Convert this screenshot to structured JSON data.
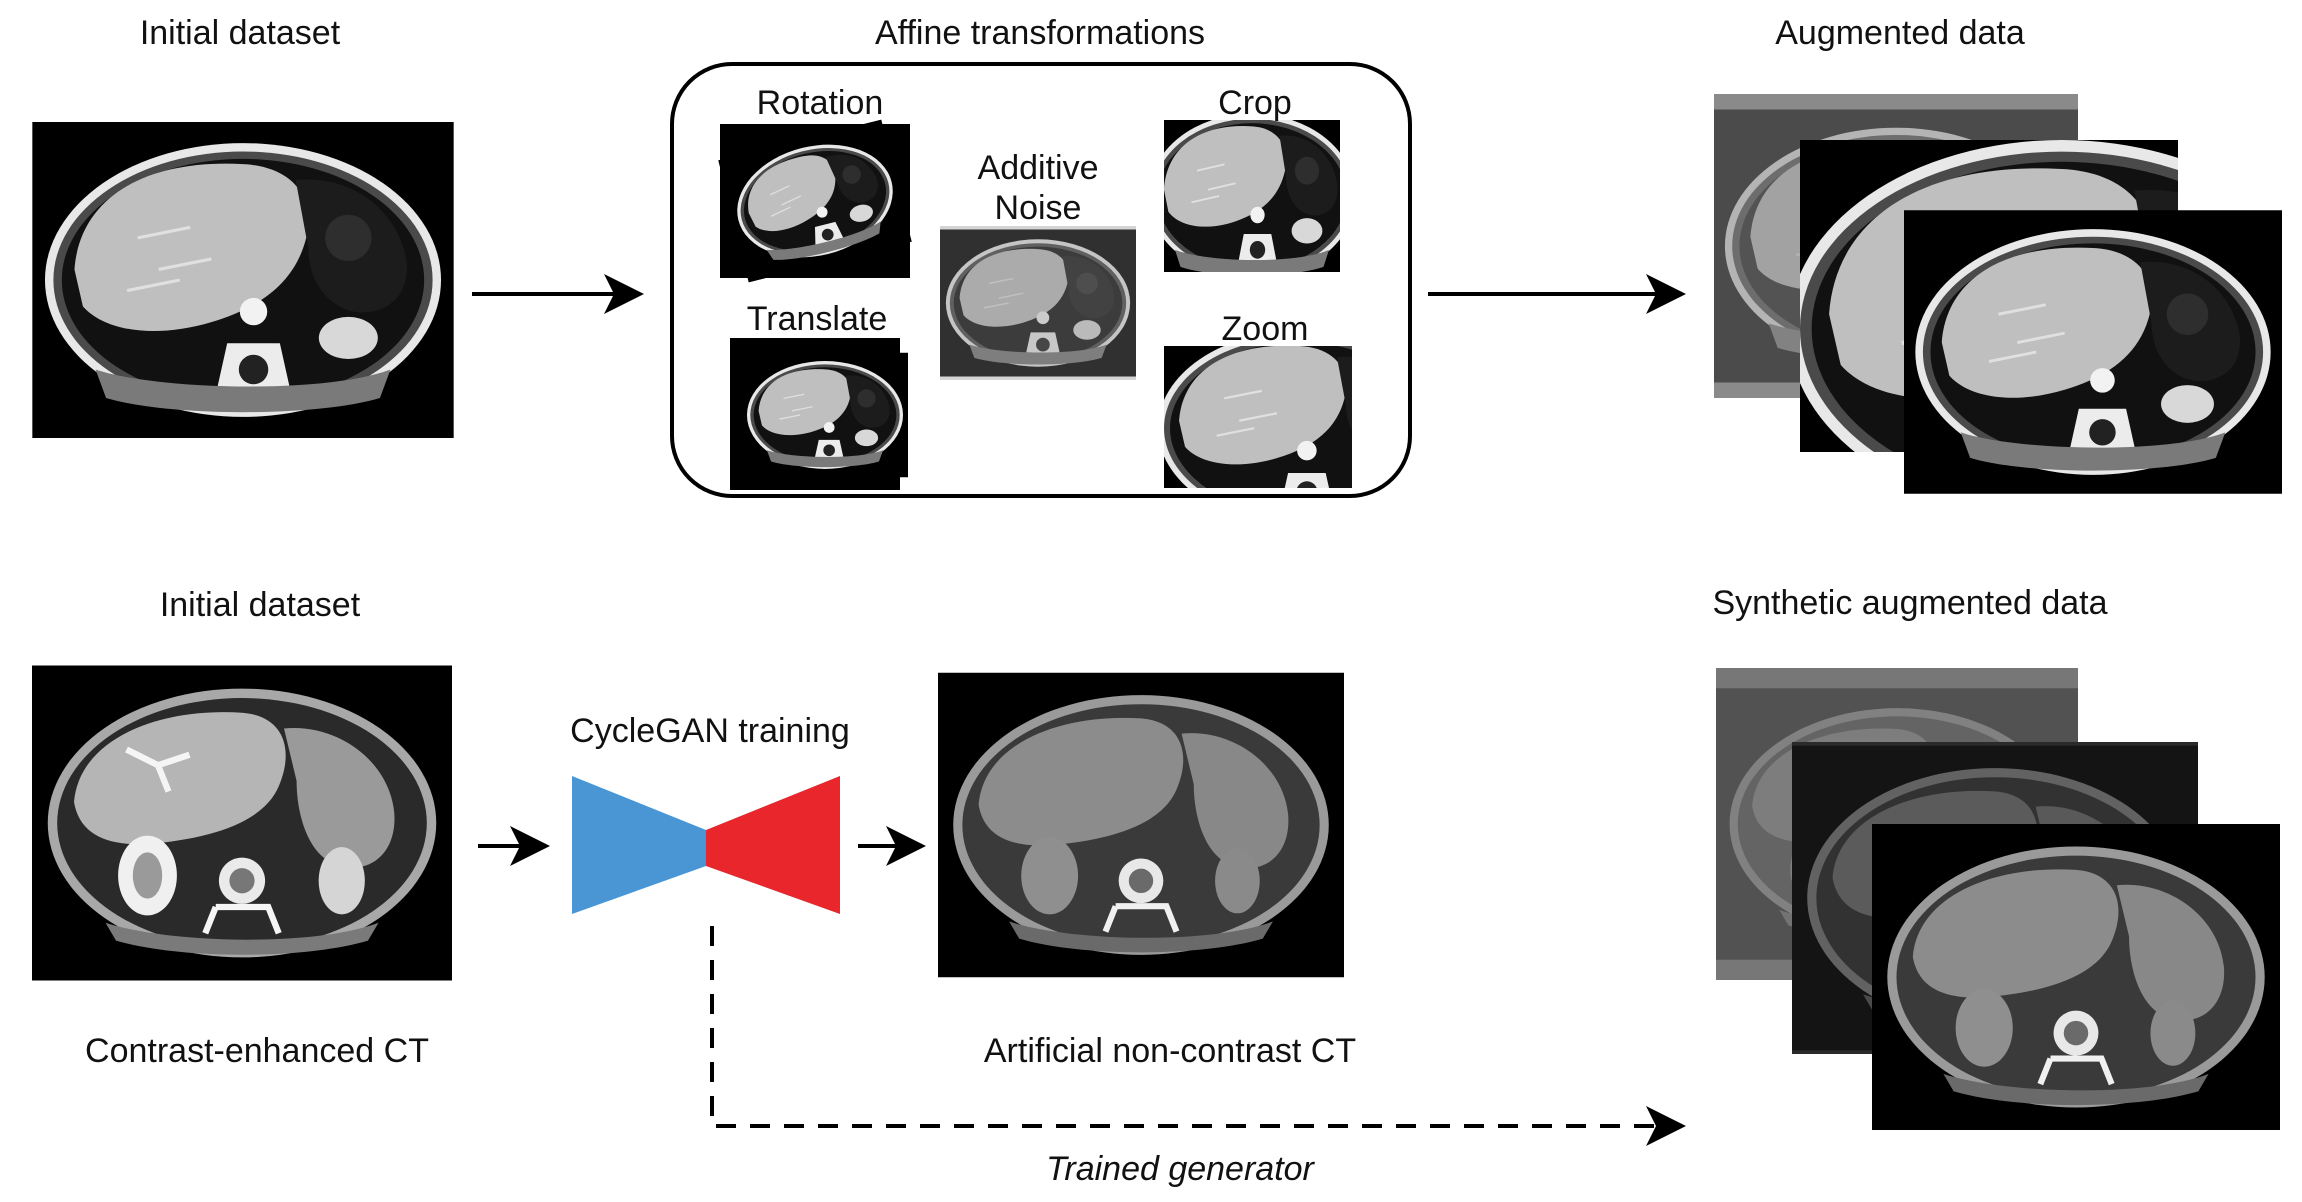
{
  "top_row": {
    "initial_label": "Initial dataset",
    "affine_title": "Affine transformations",
    "affine_items": {
      "rotation": "Rotation",
      "additive_noise": "Additive Noise",
      "crop": "Crop",
      "translate": "Translate",
      "zoom": "Zoom"
    },
    "augmented_label": "Augmented data"
  },
  "bottom_row": {
    "initial_label": "Initial dataset",
    "contrast_label": "Contrast-enhanced CT",
    "cyclegan_label": "CycleGAN training",
    "artificial_label": "Artificial non-contrast CT",
    "synthetic_label": "Synthetic augmented data",
    "generator_label": "Trained generator"
  },
  "colors": {
    "encoder_blue": "#4a96d4",
    "decoder_red": "#e8262b",
    "ct_background": "#000000",
    "ct_enhanced_tissue": "#b8b8b8",
    "ct_noncontrast_tissue": "#8a8a8a"
  },
  "icons": {
    "ct_scan": "ct-scan-image",
    "arrow": "right-arrow-icon",
    "network": "encoder-decoder-network-icon"
  }
}
